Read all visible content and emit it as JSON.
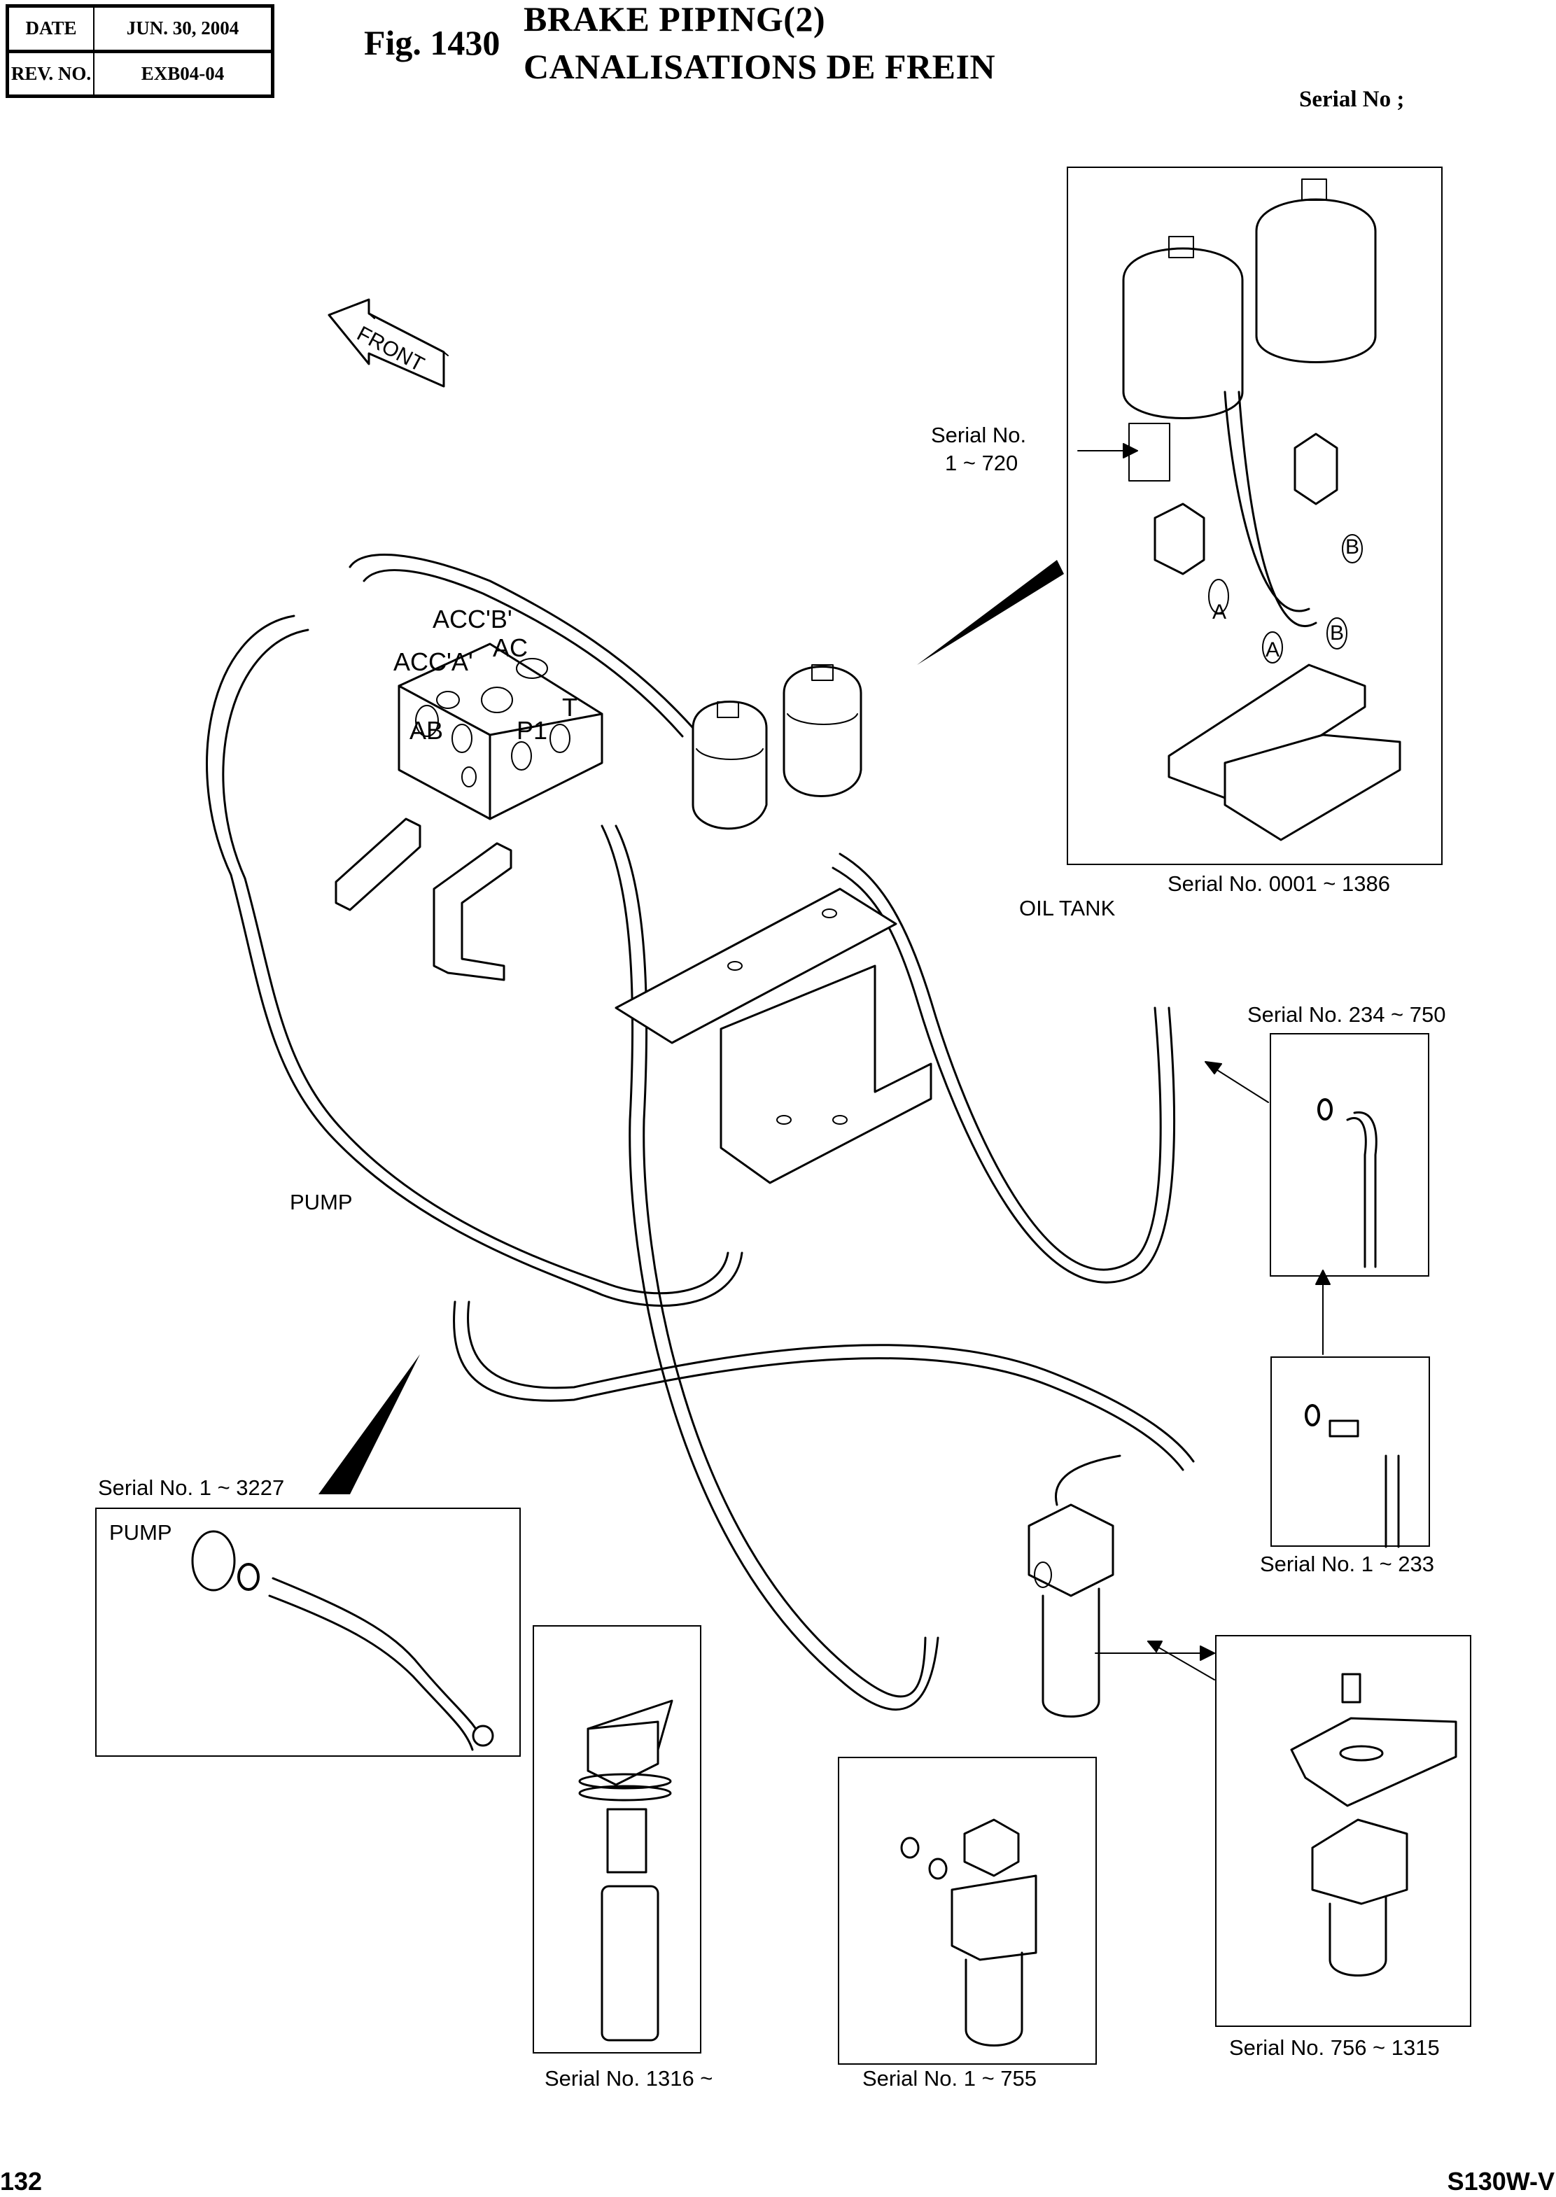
{
  "header": {
    "date_label": "DATE",
    "date_value": "JUN. 30, 2004",
    "rev_label": "REV. NO.",
    "rev_value": "EXB04-04",
    "figure_number": "Fig. 1430",
    "title_en": "BRAKE PIPING(2)",
    "title_fr": "CANALISATIONS DE FREIN",
    "serial_prefix": "Serial No ;"
  },
  "main_diagram": {
    "direction_label": "FRONT",
    "valve_ports": [
      "ACC'B'",
      "ACC'A'",
      "AC",
      "AB",
      "P1",
      "T"
    ],
    "connection_labels": {
      "oil_tank": "OIL TANK",
      "pump": "PUMP"
    }
  },
  "insets": [
    {
      "id": "accumulator-upper",
      "caption": "Serial No. 0001 ~ 1386",
      "callout": "Serial No.\n1 ~ 720",
      "callout_line1": "Serial No.",
      "callout_line2": "1 ~ 720",
      "markers": [
        "A",
        "B",
        "A",
        "B"
      ]
    },
    {
      "id": "oil-tank-elbow",
      "caption": "Serial No. 234 ~ 750"
    },
    {
      "id": "oil-tank-straight",
      "caption": "Serial No. 1 ~ 233"
    },
    {
      "id": "pump-flange",
      "caption": "Serial No. 1 ~ 3227",
      "label": "PUMP"
    },
    {
      "id": "filter-exploded",
      "caption": "Serial No. 1316 ~"
    },
    {
      "id": "filter-early",
      "caption": "Serial No. 1 ~ 755"
    },
    {
      "id": "filter-bracket",
      "caption": "Serial No. 756 ~ 1315"
    }
  ],
  "footer": {
    "page_number": "132",
    "model": "S130W-V"
  }
}
